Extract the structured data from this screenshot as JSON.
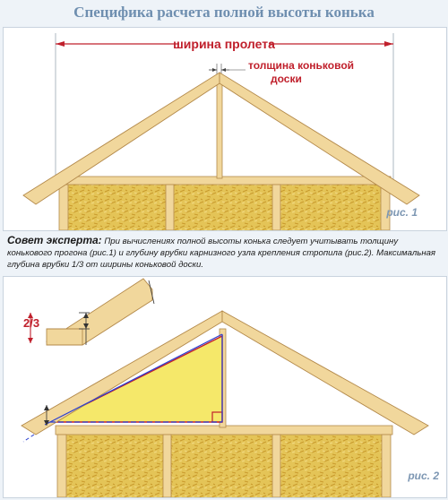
{
  "title": "Специфика расчета полной высоты конька",
  "figure1": {
    "span_label": "ширина пролета",
    "ridge_board_label_line1": "толщина коньковой",
    "ridge_board_label_line2": "доски",
    "caption": "рис. 1"
  },
  "advice": {
    "lead": "Совет эксперта:",
    "text": " При вычислениях полной высоты конька следует учитывать толщину конькового прогона (рис.1) и глубину врубки карнизного узла крепления стропила (рис.2). Максимальная глубина врубки 1/3 от ширины коньковой доски."
  },
  "figure2": {
    "fraction_label": "2/3",
    "caption": "рис. 2"
  },
  "colors": {
    "title": "#6f8fb0",
    "dimension_red": "#c0202c",
    "wood": "#f1d79c",
    "wood_edge": "#b3894a",
    "insulation": "#e2c45a",
    "triangle_fill": "#f5e86a",
    "blue_line": "#2a3fd0",
    "caption": "#7d97b3"
  }
}
